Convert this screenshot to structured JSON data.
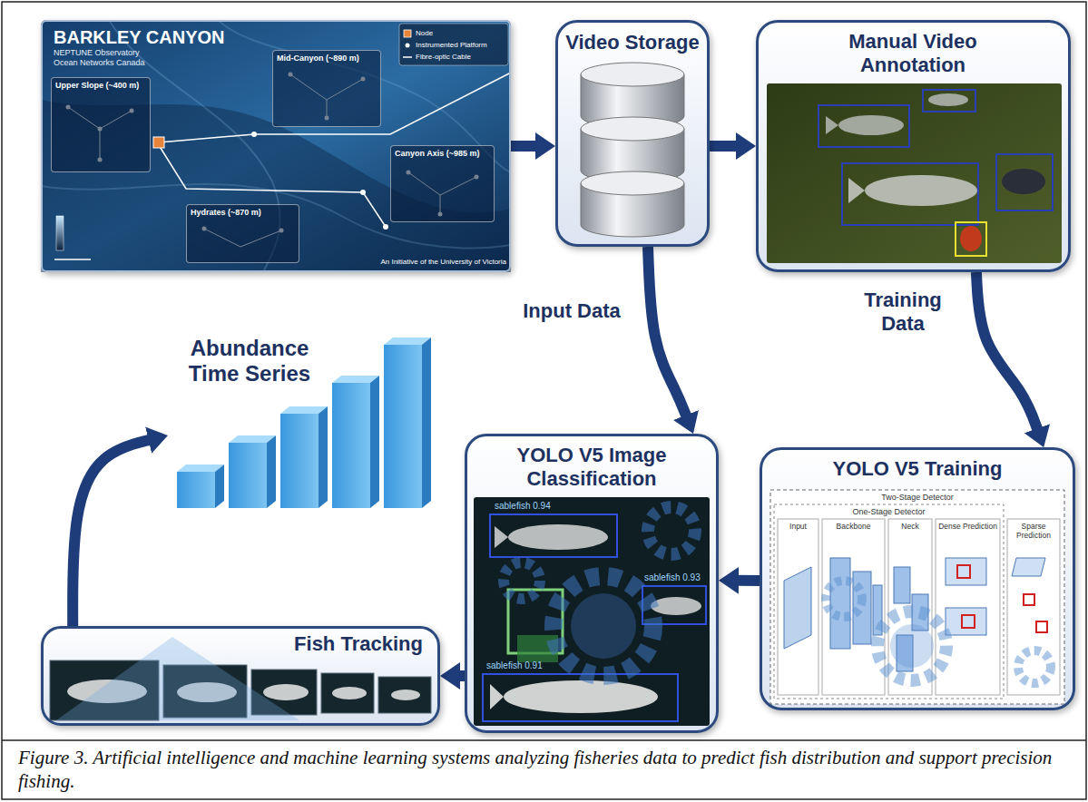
{
  "diagram": {
    "caption": "Figure 3. Artificial intelligence and machine learning systems analyzing fisheries data to predict fish distribution and support precision fishing.",
    "nodes": [
      {
        "text": [
          "BARKLEY CANYON",
          "NEPTUNE Observatory",
          "Ocean Networks Canada"
        ]
      },
      {
        "text": [
          "Upper Slope (~400 m)"
        ],
        "in": 0
      },
      {
        "text": [
          "Mid-Canyon (~890 m)"
        ],
        "in": 0
      },
      {
        "text": [
          "Canyon Axis (~985 m)"
        ],
        "in": 0
      },
      {
        "text": [
          "Hydrates (~870 m)"
        ],
        "in": 0
      },
      {
        "text": [
          "Video Storage"
        ]
      },
      {
        "text": [
          "Manual Video Annotation"
        ]
      },
      {
        "text": [
          "Abundance Time Series"
        ]
      },
      {
        "text": [
          "YOLO V5 Image Classification"
        ]
      },
      {
        "text": [
          "YOLO V5 Training"
        ]
      },
      {
        "text": [
          "Fish Tracking"
        ]
      }
    ],
    "edges": [
      {
        "from": 0,
        "to": 5,
        "arrow": "to"
      },
      {
        "from": 5,
        "to": 6,
        "arrow": "to"
      },
      {
        "from": 6,
        "to": 9,
        "label": "Training Data",
        "arrow": "to"
      },
      {
        "from": 5,
        "to": 8,
        "label": "Input Data",
        "arrow": "to"
      },
      {
        "from": 9,
        "to": 8,
        "arrow": "to"
      },
      {
        "from": 8,
        "to": 10,
        "arrow": "to"
      },
      {
        "from": 10,
        "to": 7,
        "arrow": "to"
      }
    ],
    "labels": [
      "An Initiative of the University of Victoria",
      "sablefish 0.94",
      "sablefish 0.93",
      "sablefish 0.91",
      "Two-Stage Detector",
      "One-Stage Detector",
      "Input",
      "Backbone",
      "Neck",
      "Dense Prediction",
      "Sparse Prediction"
    ],
    "legend": [
      {
        "text": "Node",
        "color": "#e8833a"
      },
      {
        "text": "Instrumented Platform"
      },
      {
        "text": "Fibre-optic Cable"
      }
    ]
  }
}
